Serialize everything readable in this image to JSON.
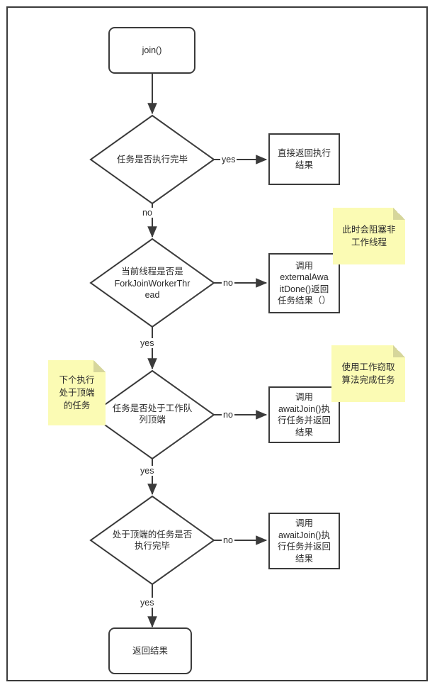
{
  "diagram": {
    "title": "ForkJoinTask join() flowchart",
    "frame_color": "#3b3b3b",
    "note_color": "#fbfbb4",
    "nodes": {
      "start": {
        "label": "join()",
        "shape": "terminal"
      },
      "d1": {
        "label": "任务是否执行完毕",
        "shape": "decision"
      },
      "r1": {
        "label": "直接返回执行\n结果",
        "shape": "process"
      },
      "d2": {
        "label": "当前线程是否是\nForkJoinWorkerThr\nead",
        "shape": "decision"
      },
      "r2": {
        "label": "调用\nexternalAwa\nitDone()返回\n任务结果（）",
        "shape": "process"
      },
      "d3": {
        "label": "任务是否处于工作队\n列顶端",
        "shape": "decision"
      },
      "r3": {
        "label": "调用\nawaitJoin()执\n行任务并返回\n结果",
        "shape": "process"
      },
      "d4": {
        "label": "处于顶端的任务是否\n执行完毕",
        "shape": "decision"
      },
      "r4": {
        "label": "调用\nawaitJoin()执\n行任务并返回\n结果",
        "shape": "process"
      },
      "end": {
        "label": "返回结果",
        "shape": "terminal"
      }
    },
    "notes": {
      "n1": {
        "label": "此时会阻塞非\n工作线程"
      },
      "n2": {
        "label": "使用工作窃取\n算法完成任务"
      },
      "n3": {
        "label": "下个执行\n处于顶端\n的任务"
      }
    },
    "edge_labels": {
      "e1_yes": "yes",
      "e1_no": "no",
      "e2_no": "no",
      "e2_yes": "yes",
      "e3_no": "no",
      "e3_yes": "yes",
      "e4_no": "no",
      "e4_yes": "yes"
    }
  }
}
